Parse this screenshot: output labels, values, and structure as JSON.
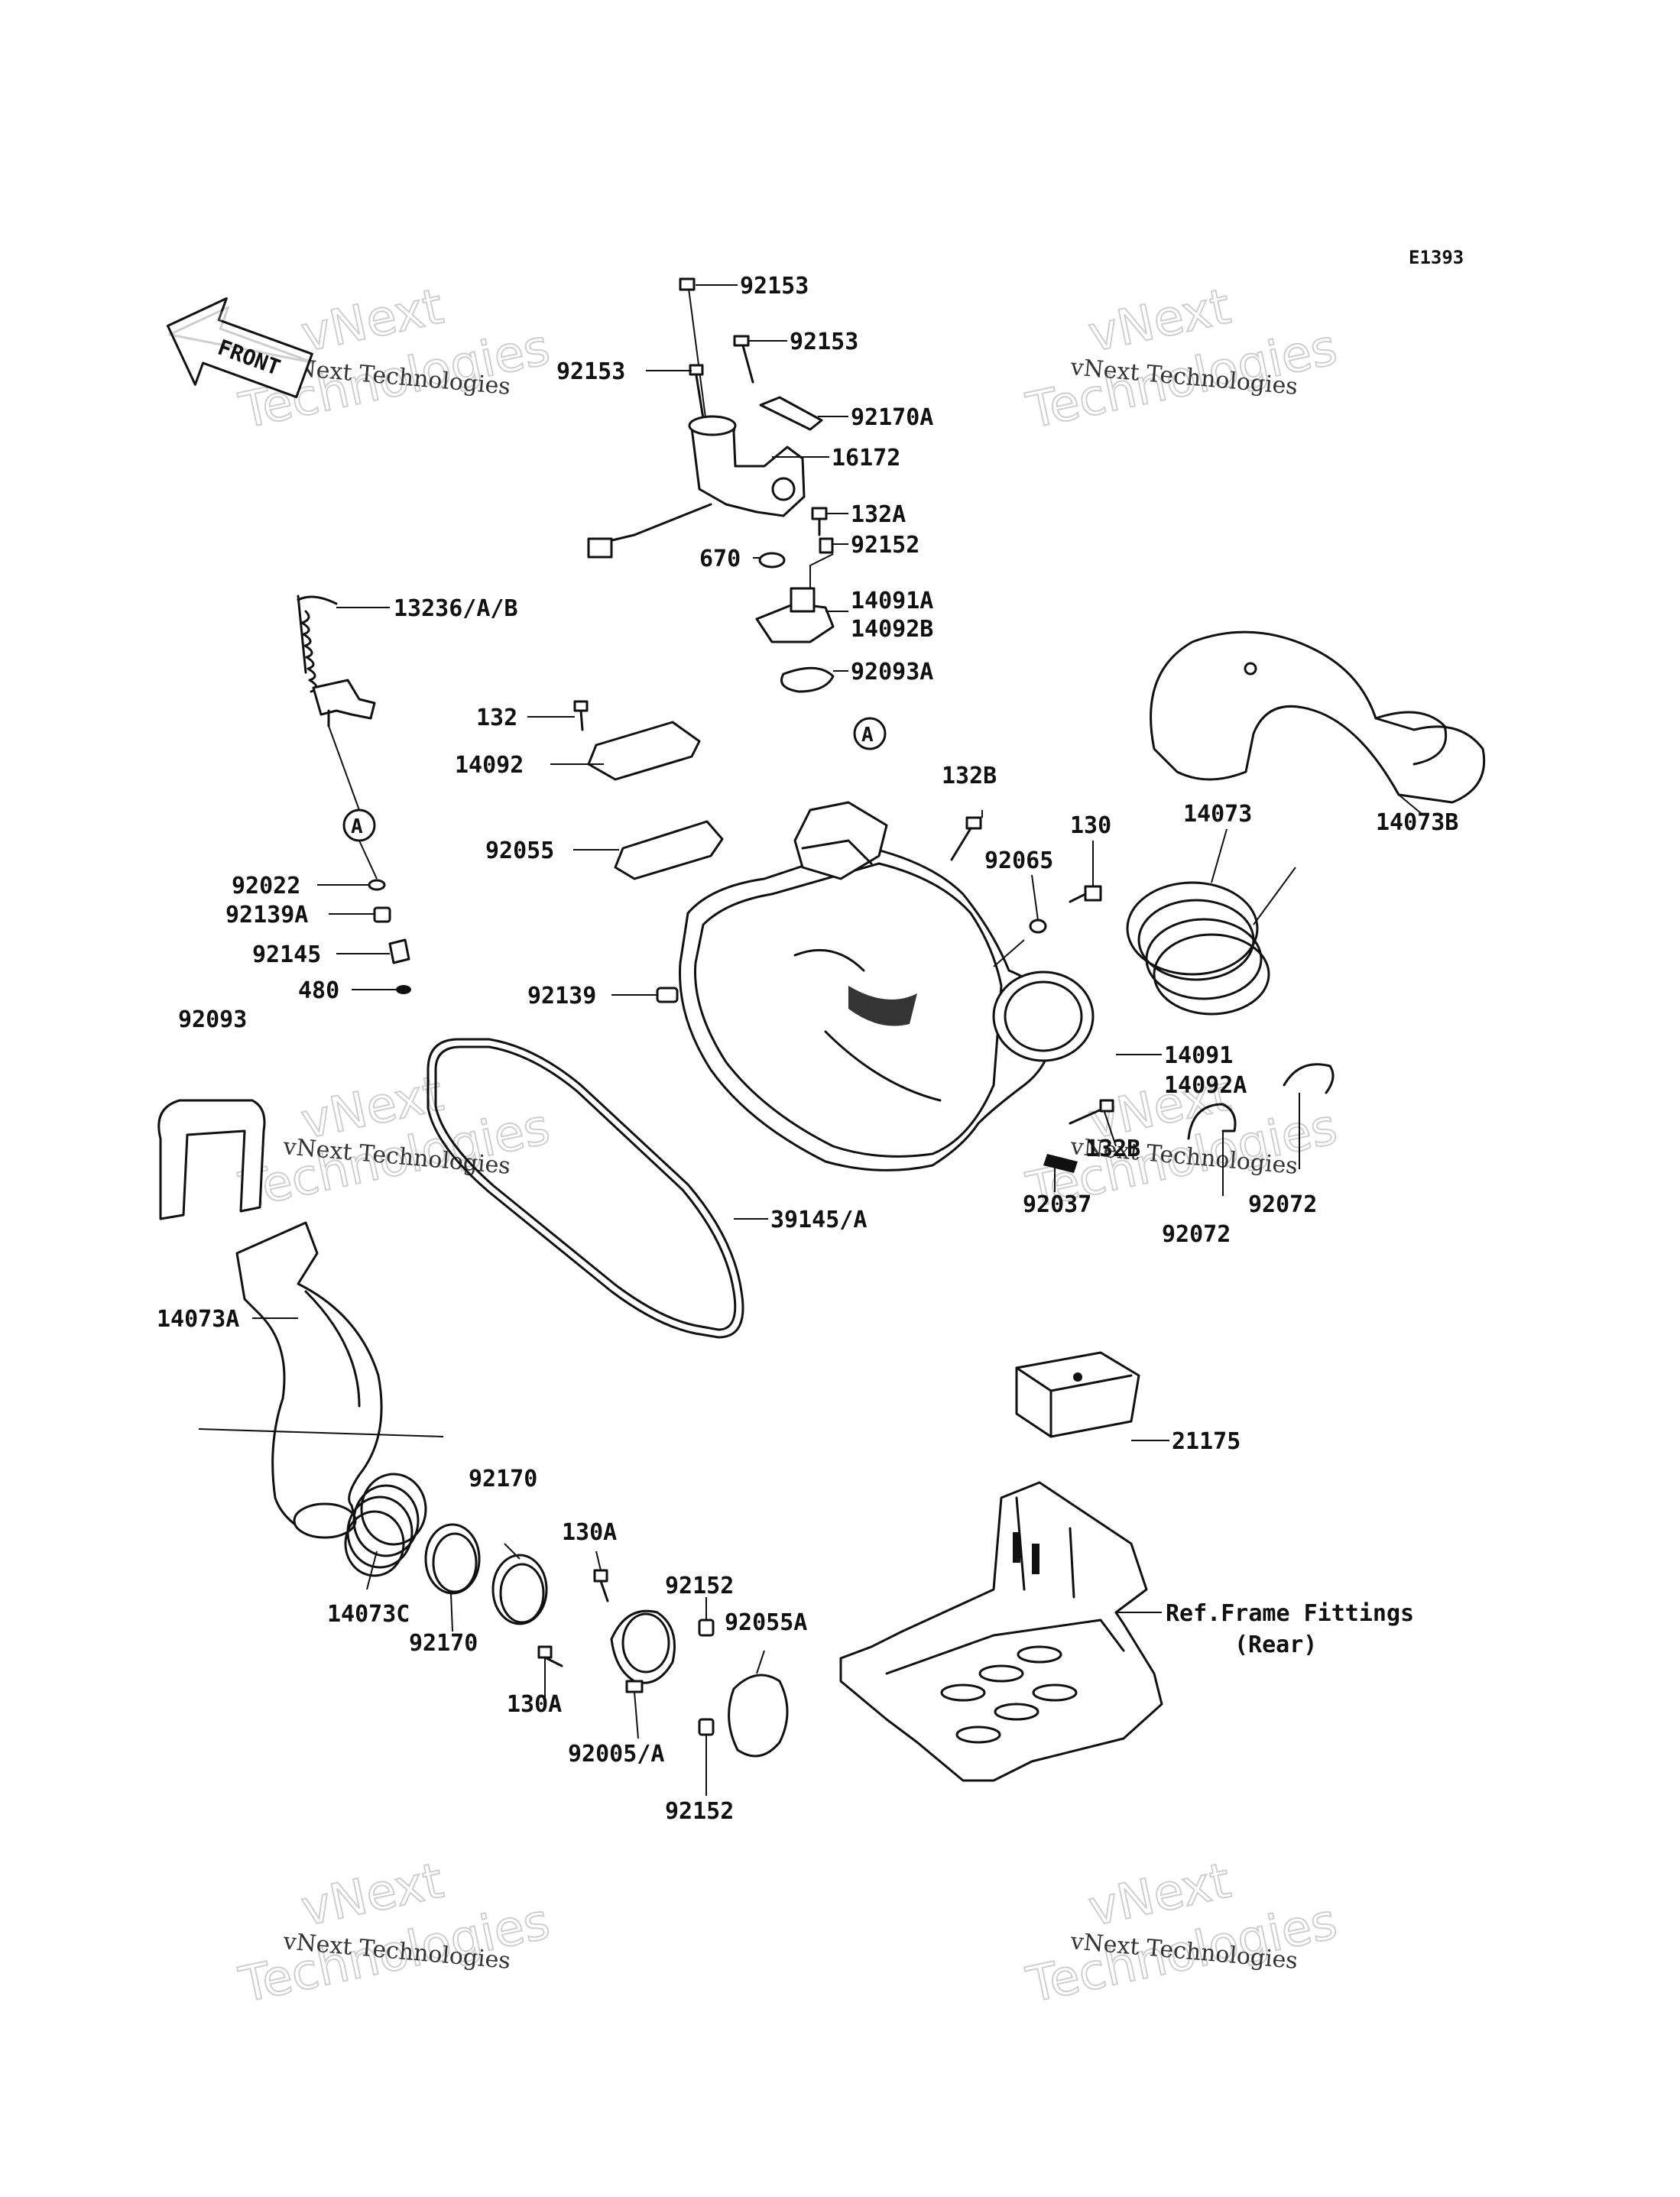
{
  "diagram": {
    "code": "E1393",
    "front_tag": "FRONT",
    "ref_text_line1": "Ref.Frame Fittings",
    "ref_text_line2": "(Rear)",
    "ref_markers": [
      "A",
      "A"
    ]
  },
  "watermark": {
    "small": "vNext Technologies",
    "big_top": "vNext",
    "big_bottom": "Technologies"
  },
  "part_labels": [
    "92153",
    "92153",
    "92153",
    "92170A",
    "16172",
    "132A",
    "670",
    "92152",
    "14091A",
    "14092B",
    "92093A",
    "13236/A/B",
    "132",
    "14092",
    "92055",
    "132B",
    "130",
    "92065",
    "14073",
    "14073B",
    "92022",
    "92139A",
    "92145",
    "480",
    "92139",
    "14091",
    "14092A",
    "92093",
    "132B",
    "92037",
    "92072",
    "92072",
    "39145/A",
    "14073A",
    "21175",
    "92170",
    "130A",
    "92152",
    "92055A",
    "Ref.Frame Fittings",
    "14073C",
    "92170",
    "130A",
    "92005/A",
    "92152"
  ]
}
